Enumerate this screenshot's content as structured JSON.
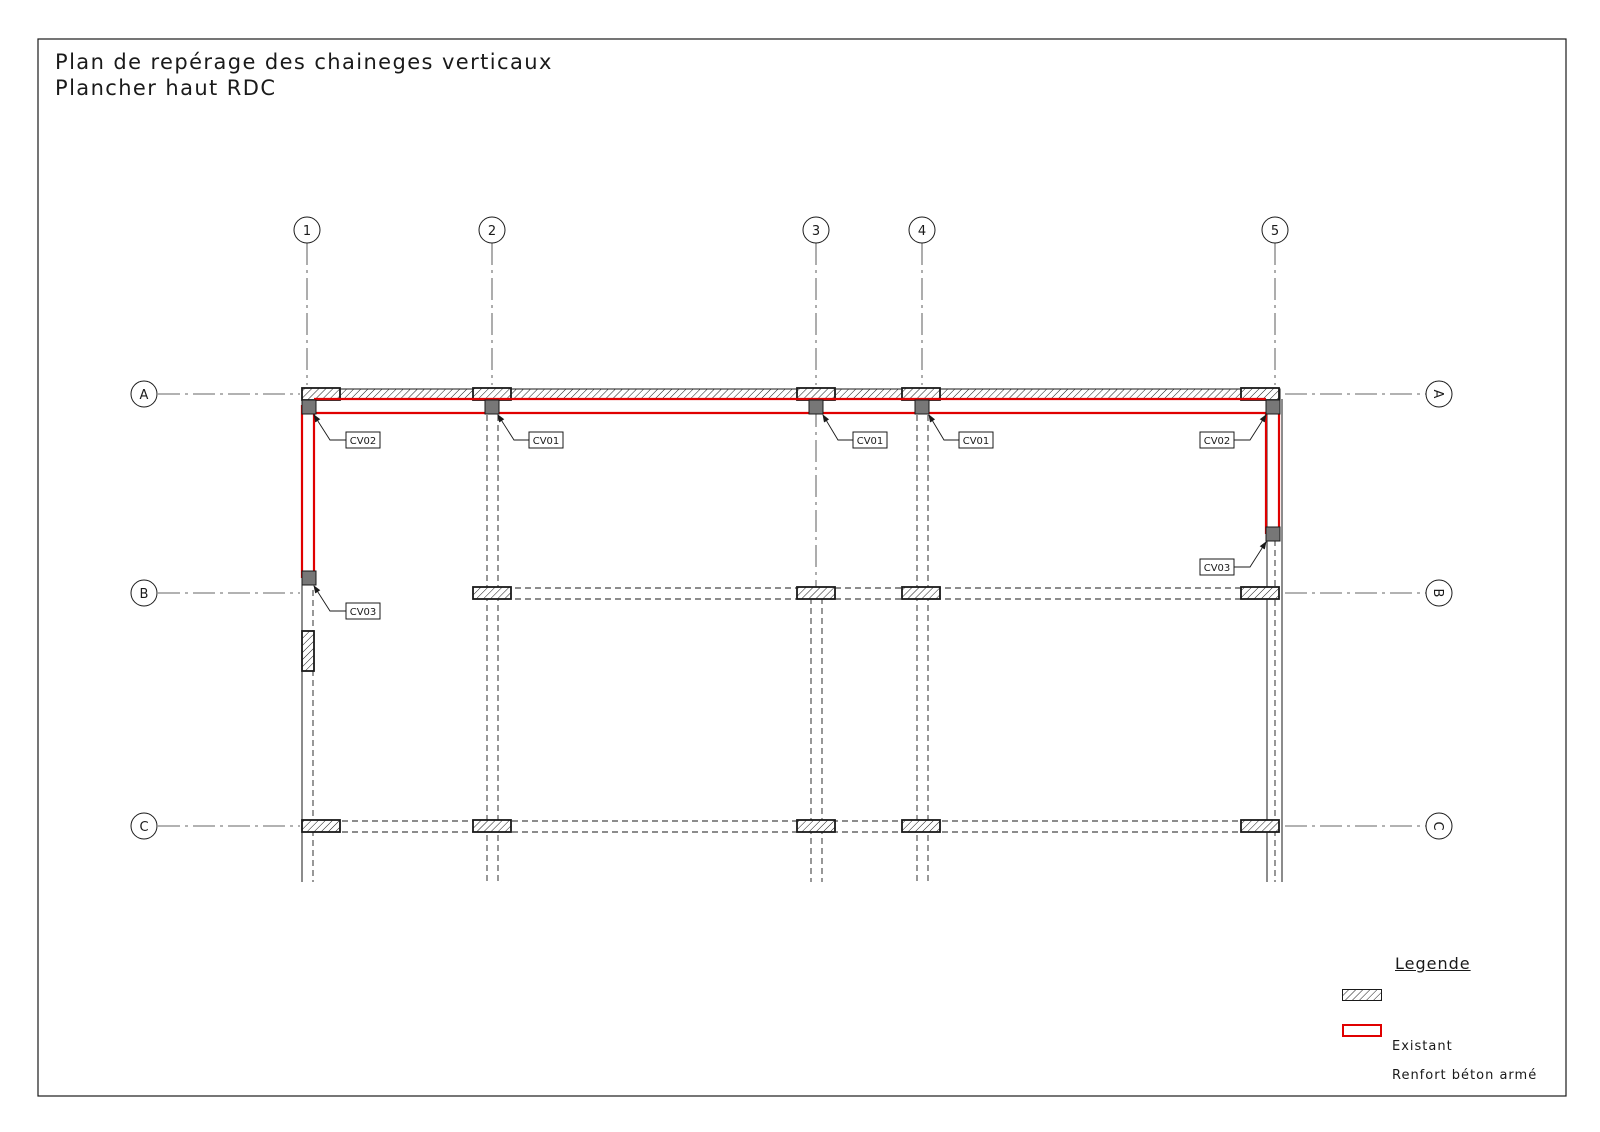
{
  "title": {
    "line1": "Plan de repérage des chaineges verticaux",
    "line2": "Plancher haut RDC"
  },
  "grid": {
    "columns": [
      "1",
      "2",
      "3",
      "4",
      "5"
    ],
    "rows": [
      "A",
      "B",
      "C"
    ]
  },
  "tags": {
    "cv01": "CV01",
    "cv02": "CV02",
    "cv03": "CV03"
  },
  "legend": {
    "title": "Legende",
    "existant": "Existant",
    "renfort": "Renfort béton armé"
  },
  "colors": {
    "line": "#1a1a1a",
    "reinforcement": "#e00000",
    "chainage_fill": "#777777"
  }
}
